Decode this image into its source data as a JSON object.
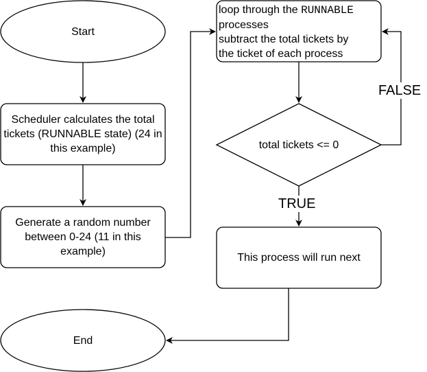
{
  "nodes": {
    "start": {
      "label": "Start"
    },
    "calculate": {
      "label": "Scheduler calculates the total tickets (RUNNABLE state) (24 in this example)"
    },
    "random": {
      "label": "Generate a random number between 0-24 (11 in this example)"
    },
    "loop": {
      "line1_prefix": "loop through the ",
      "line1_mono": "RUNNABLE",
      "line2": "processes",
      "line3": "subtract the total tickets by",
      "line4": "the ticket of each process"
    },
    "decision": {
      "label": "total tickets <= 0"
    },
    "run_next": {
      "label": "This process will run next"
    },
    "end": {
      "label": "End"
    }
  },
  "edges": {
    "false_label": "FALSE",
    "true_label": "TRUE"
  },
  "colors": {
    "stroke": "#000000",
    "fill": "#ffffff",
    "text": "#000000"
  }
}
